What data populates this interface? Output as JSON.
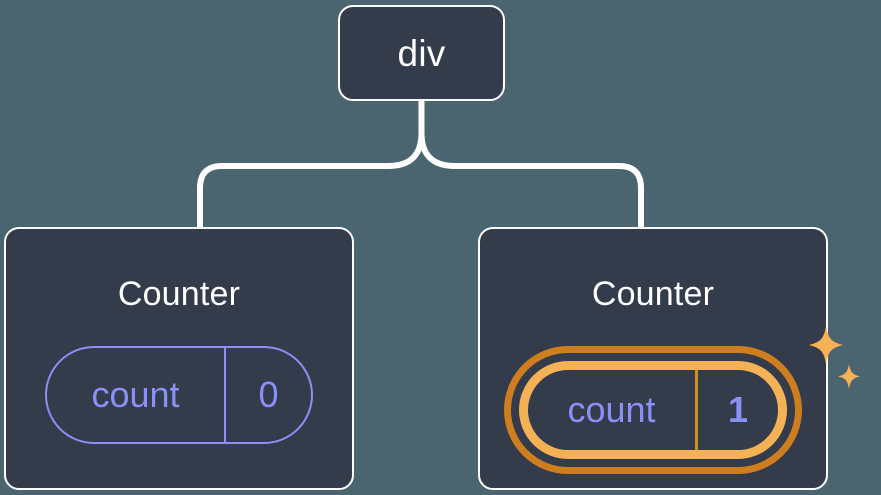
{
  "diagram": {
    "type": "component-tree",
    "background_color": "#4a6570",
    "node_color": "#343b4b",
    "node_border_color": "#fdfdfd",
    "connector_color": "#ffffff",
    "accent_color": "#8b90f7",
    "highlight_outer_color": "#ce7e1e",
    "highlight_inner_color": "#f5b156",
    "sparkle_color": "#f5b156",
    "root": {
      "label": "div"
    },
    "children": [
      {
        "title": "Counter",
        "state": {
          "key": "count",
          "value": "0"
        },
        "highlighted": false,
        "sparkle": false
      },
      {
        "title": "Counter",
        "state": {
          "key": "count",
          "value": "1"
        },
        "highlighted": true,
        "sparkle": true
      }
    ],
    "icons": {
      "sparkle_large": "sparkle-icon",
      "sparkle_small": "sparkle-icon"
    }
  }
}
